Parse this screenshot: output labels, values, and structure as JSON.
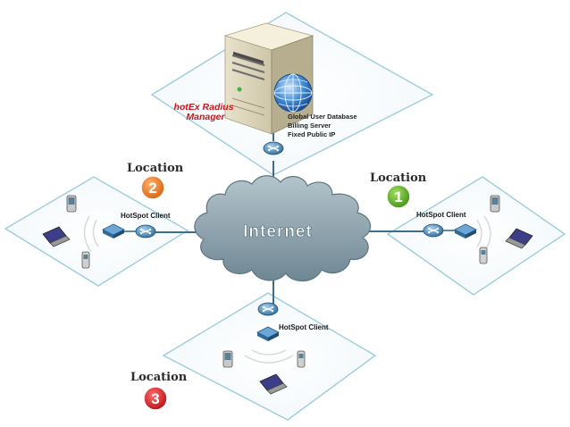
{
  "server": {
    "title_line1": "hotEx Radius",
    "title_line2": "Manager",
    "title_color": "#c4161c",
    "info_line1": "Global User Database",
    "info_line2": "Billing Server",
    "info_line3": "Fixed Public IP"
  },
  "cloud": {
    "label": "Internet",
    "color": "#8ea3ae"
  },
  "locations": [
    {
      "label": "Location",
      "number": "1",
      "badge_color": "#5aa81e",
      "client_label": "HotSpot Client"
    },
    {
      "label": "Location",
      "number": "2",
      "badge_color": "#e8741c",
      "client_label": "HotSpot Client"
    },
    {
      "label": "Location",
      "number": "3",
      "badge_color": "#d4141a",
      "client_label": "HotSpot Client"
    }
  ],
  "colors": {
    "platform_stroke": "#9ecdde",
    "line": "#3d6e8c",
    "router": "#3b7fae"
  }
}
